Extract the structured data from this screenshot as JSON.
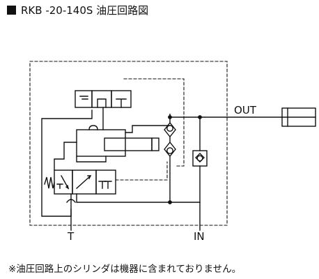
{
  "title": "RKB -20-140S 油圧回路図",
  "ports": {
    "out": "OUT",
    "tank": "T",
    "inlet": "IN"
  },
  "note": "※油圧回路上のシリンダは機器に含まれておりません。",
  "colors": {
    "line": "#111111",
    "background": "#ffffff"
  }
}
